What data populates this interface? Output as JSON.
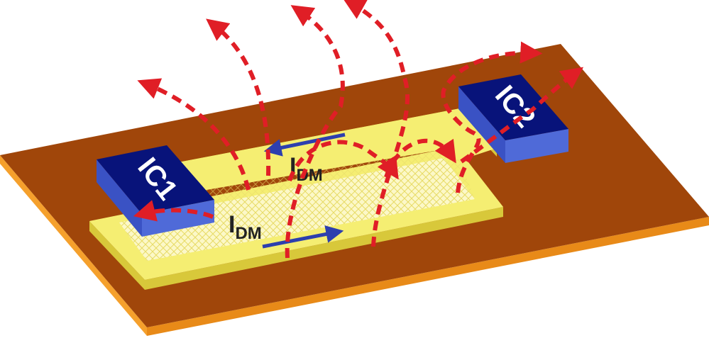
{
  "labels": {
    "ic1": "IC1",
    "ic2": "IC2",
    "current_top": {
      "main": "I",
      "sub": "DM"
    },
    "current_bottom": {
      "main": "I",
      "sub": "DM"
    }
  },
  "icons": {
    "field_line": "dashed-arrow-icon",
    "current": "arrow-icon"
  },
  "colors": {
    "board_top": "#A0460A",
    "board_edge": "#F5A02C",
    "trace": "#F5EE72",
    "trace_side": "#D8C83A",
    "loop_fill": "#FCF8C8",
    "chip_top": "#08137A",
    "chip_side": "#4F6AD8",
    "field": "#E01E26",
    "current_arrow": "#2D3FAE"
  }
}
